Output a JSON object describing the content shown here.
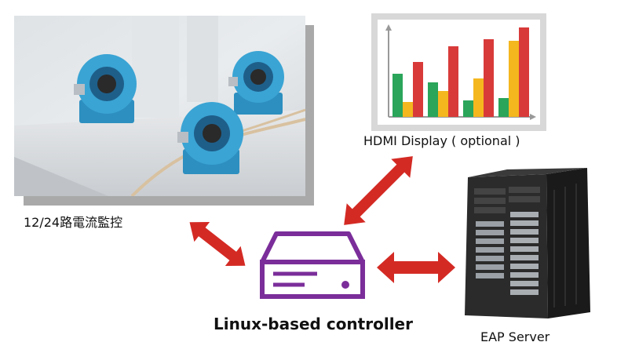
{
  "labels": {
    "sensors": "12/24路電流監控",
    "hdmi": "HDMI Display ( optional )",
    "controller": "Linux-based controller",
    "eap": "EAP Server"
  },
  "colors": {
    "arrow": "#d42a24",
    "controller": "#7b2e9a",
    "sensor_body": "#3aa4d4",
    "chart_green": "#2aa55a",
    "chart_orange": "#f5b71e",
    "chart_red": "#d83a3a"
  },
  "icons": {
    "sensor_photo": "current-sensors-photo",
    "monitor": "bar-chart-monitor-icon",
    "controller": "controller-box-icon",
    "server": "server-rack-icon"
  }
}
